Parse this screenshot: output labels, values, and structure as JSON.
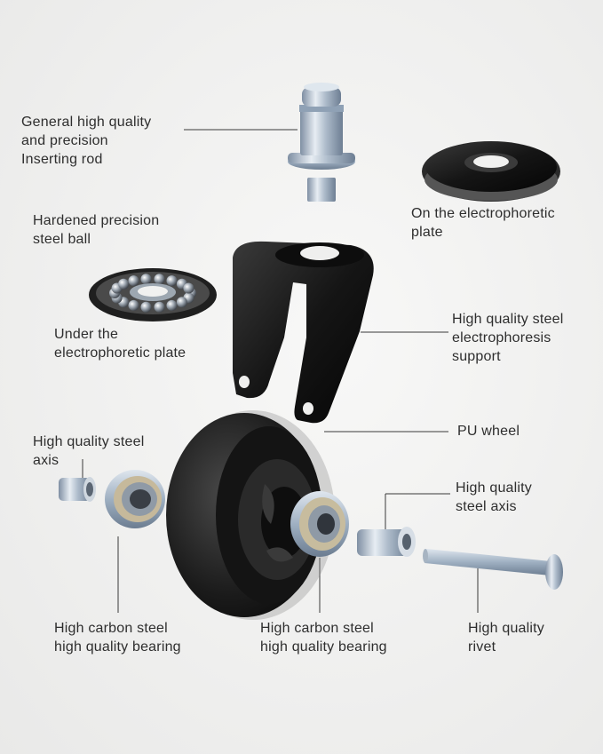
{
  "labels": {
    "inserting_rod": [
      "General high quality",
      "and precision",
      "Inserting rod"
    ],
    "top_plate": [
      "On the electrophoretic",
      "plate"
    ],
    "steel_ball": [
      "Hardened precision",
      "steel ball"
    ],
    "bottom_plate": [
      "Under the",
      "electrophoretic plate"
    ],
    "support": [
      "High quality steel",
      "electrophoresis",
      "support"
    ],
    "pu_wheel": [
      "PU wheel"
    ],
    "axis_left": [
      "High quality steel",
      "axis"
    ],
    "axis_right": [
      "High quality",
      "steel axis"
    ],
    "bearing_left": [
      "High carbon steel",
      "high quality bearing"
    ],
    "bearing_right": [
      "High carbon steel",
      "high quality bearing"
    ],
    "rivet": [
      "High quality",
      "rivet"
    ]
  },
  "colors": {
    "background": "#f1f1f0",
    "leader_line": "#3a3a3a",
    "metal_black": "#151515",
    "steel": "#b9c4cf",
    "zinc": "#8fa2b8"
  },
  "icons": [
    "insert-rod-icon",
    "dust-plate-icon",
    "ball-bearing-ring-icon",
    "fork-bracket-icon",
    "wheel-icon",
    "bearing-icon",
    "bushing-icon",
    "rivet-icon"
  ]
}
